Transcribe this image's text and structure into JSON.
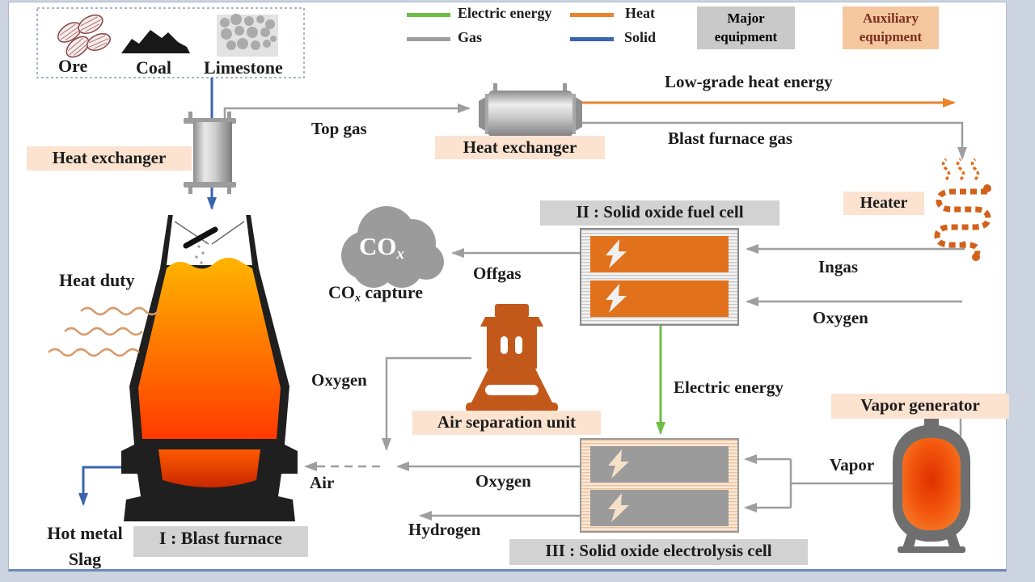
{
  "page": {
    "background": "#cdd4e1",
    "panel_border": "#6d89bb"
  },
  "raw_materials": {
    "items": [
      {
        "label": "Ore"
      },
      {
        "label": "Coal"
      },
      {
        "label": "Limestone"
      }
    ]
  },
  "legend": {
    "items": [
      {
        "label": "Electric energy",
        "color": "#6ebe45"
      },
      {
        "label": "Heat",
        "color": "#e8832e"
      },
      {
        "label": "Gas",
        "color": "#9e9e9e"
      },
      {
        "label": "Solid",
        "color": "#3a64ad"
      }
    ]
  },
  "equipment_key": {
    "major": {
      "label_line1": "Major",
      "label_line2": "equipment",
      "bg": "#c9c9c9"
    },
    "auxiliary": {
      "label_line1": "Auxiliary",
      "label_line2": "equipment",
      "bg": "#f4c79e",
      "text_color": "#7c2d21"
    }
  },
  "units": {
    "heat_exchanger_left": "Heat exchanger",
    "heat_exchanger_mid": "Heat exchanger",
    "heater": "Heater",
    "air_separation_unit": "Air separation unit",
    "vapor_generator": "Vapor generator",
    "fuel_cell": "II : Solid oxide fuel cell",
    "electrolysis_cell": "III : Solid oxide electrolysis cell",
    "blast_furnace": "I : Blast furnace"
  },
  "streams": {
    "top_gas": "Top gas",
    "low_grade_heat": "Low-grade heat energy",
    "blast_furnace_gas": "Blast furnace gas",
    "ingas": "Ingas",
    "oxygen_fuel_cell": "Oxygen",
    "offgas": "Offgas",
    "electric_energy": "Electric energy",
    "oxygen_asu": "Oxygen",
    "air": "Air",
    "oxygen_soec": "Oxygen",
    "hydrogen": "Hydrogen",
    "vapor": "Vapor",
    "heat_duty": "Heat duty",
    "hot_metal": "Hot metal",
    "slag": "Slag"
  },
  "cox": {
    "formula_main": "CO",
    "formula_sub": "x",
    "capture_prefix": "CO",
    "capture_sub": "x",
    "capture_suffix": " capture"
  },
  "colors": {
    "heat_orange": "#e8832e",
    "gas_gray": "#9e9e9e",
    "electric_green": "#6ebe45",
    "solid_blue": "#3a64ad",
    "cell_orange": "#e2711c",
    "aux_label_bg": "#fbe3d0",
    "major_label_bg": "#d2d2d2"
  }
}
